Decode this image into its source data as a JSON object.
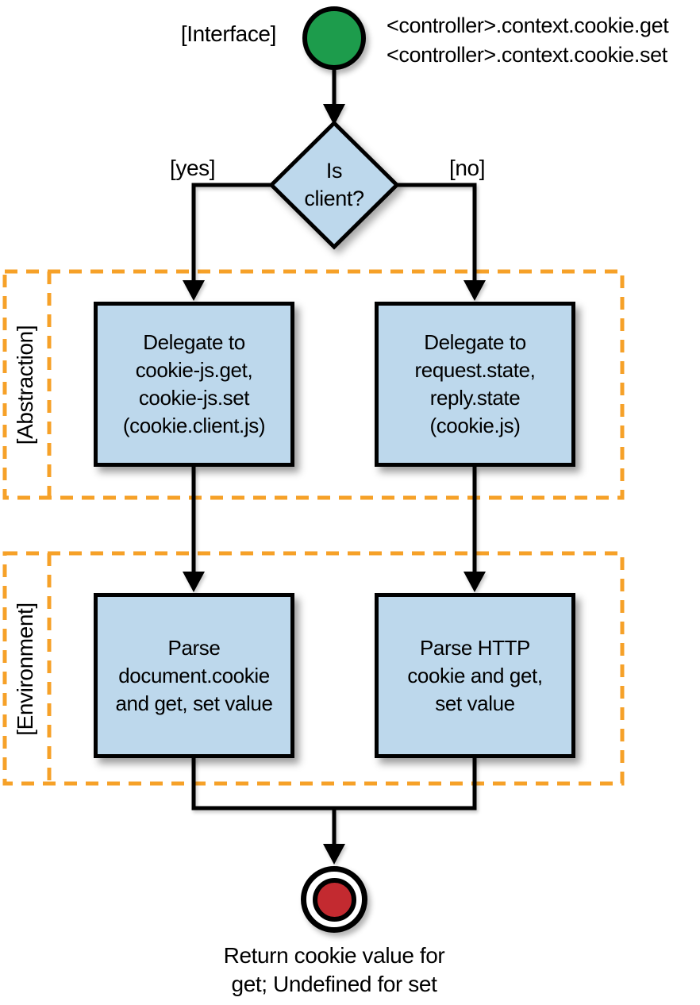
{
  "diagram": {
    "title_hint": "Cookie get/set activity flow",
    "interface_label": "[Interface]",
    "api_lines": "<controller>.context.cookie.get\n<controller>.context.cookie.set",
    "decision_label": "Is\nclient?",
    "branch_yes_label": "[yes]",
    "branch_no_label": "[no]",
    "lanes": [
      {
        "label": "[Abstraction]"
      },
      {
        "label": "[Environment]"
      }
    ],
    "nodes": {
      "abstraction_client": "Delegate to\ncookie-js.get,\ncookie-js.set\n(cookie.client.js)",
      "abstraction_server": "Delegate to\nrequest.state,\nreply.state\n(cookie.js)",
      "environment_client": "Parse\ndocument.cookie\nand get, set value",
      "environment_server": "Parse HTTP\ncookie and get,\nset value"
    },
    "end_caption": "Return cookie value for\nget; Undefined for set",
    "colors": {
      "node_fill": "#BDD8EC",
      "lane_border": "#F6A128",
      "start_fill": "#1D9C4C",
      "end_fill": "#C32A30",
      "connector": "#000000"
    }
  }
}
